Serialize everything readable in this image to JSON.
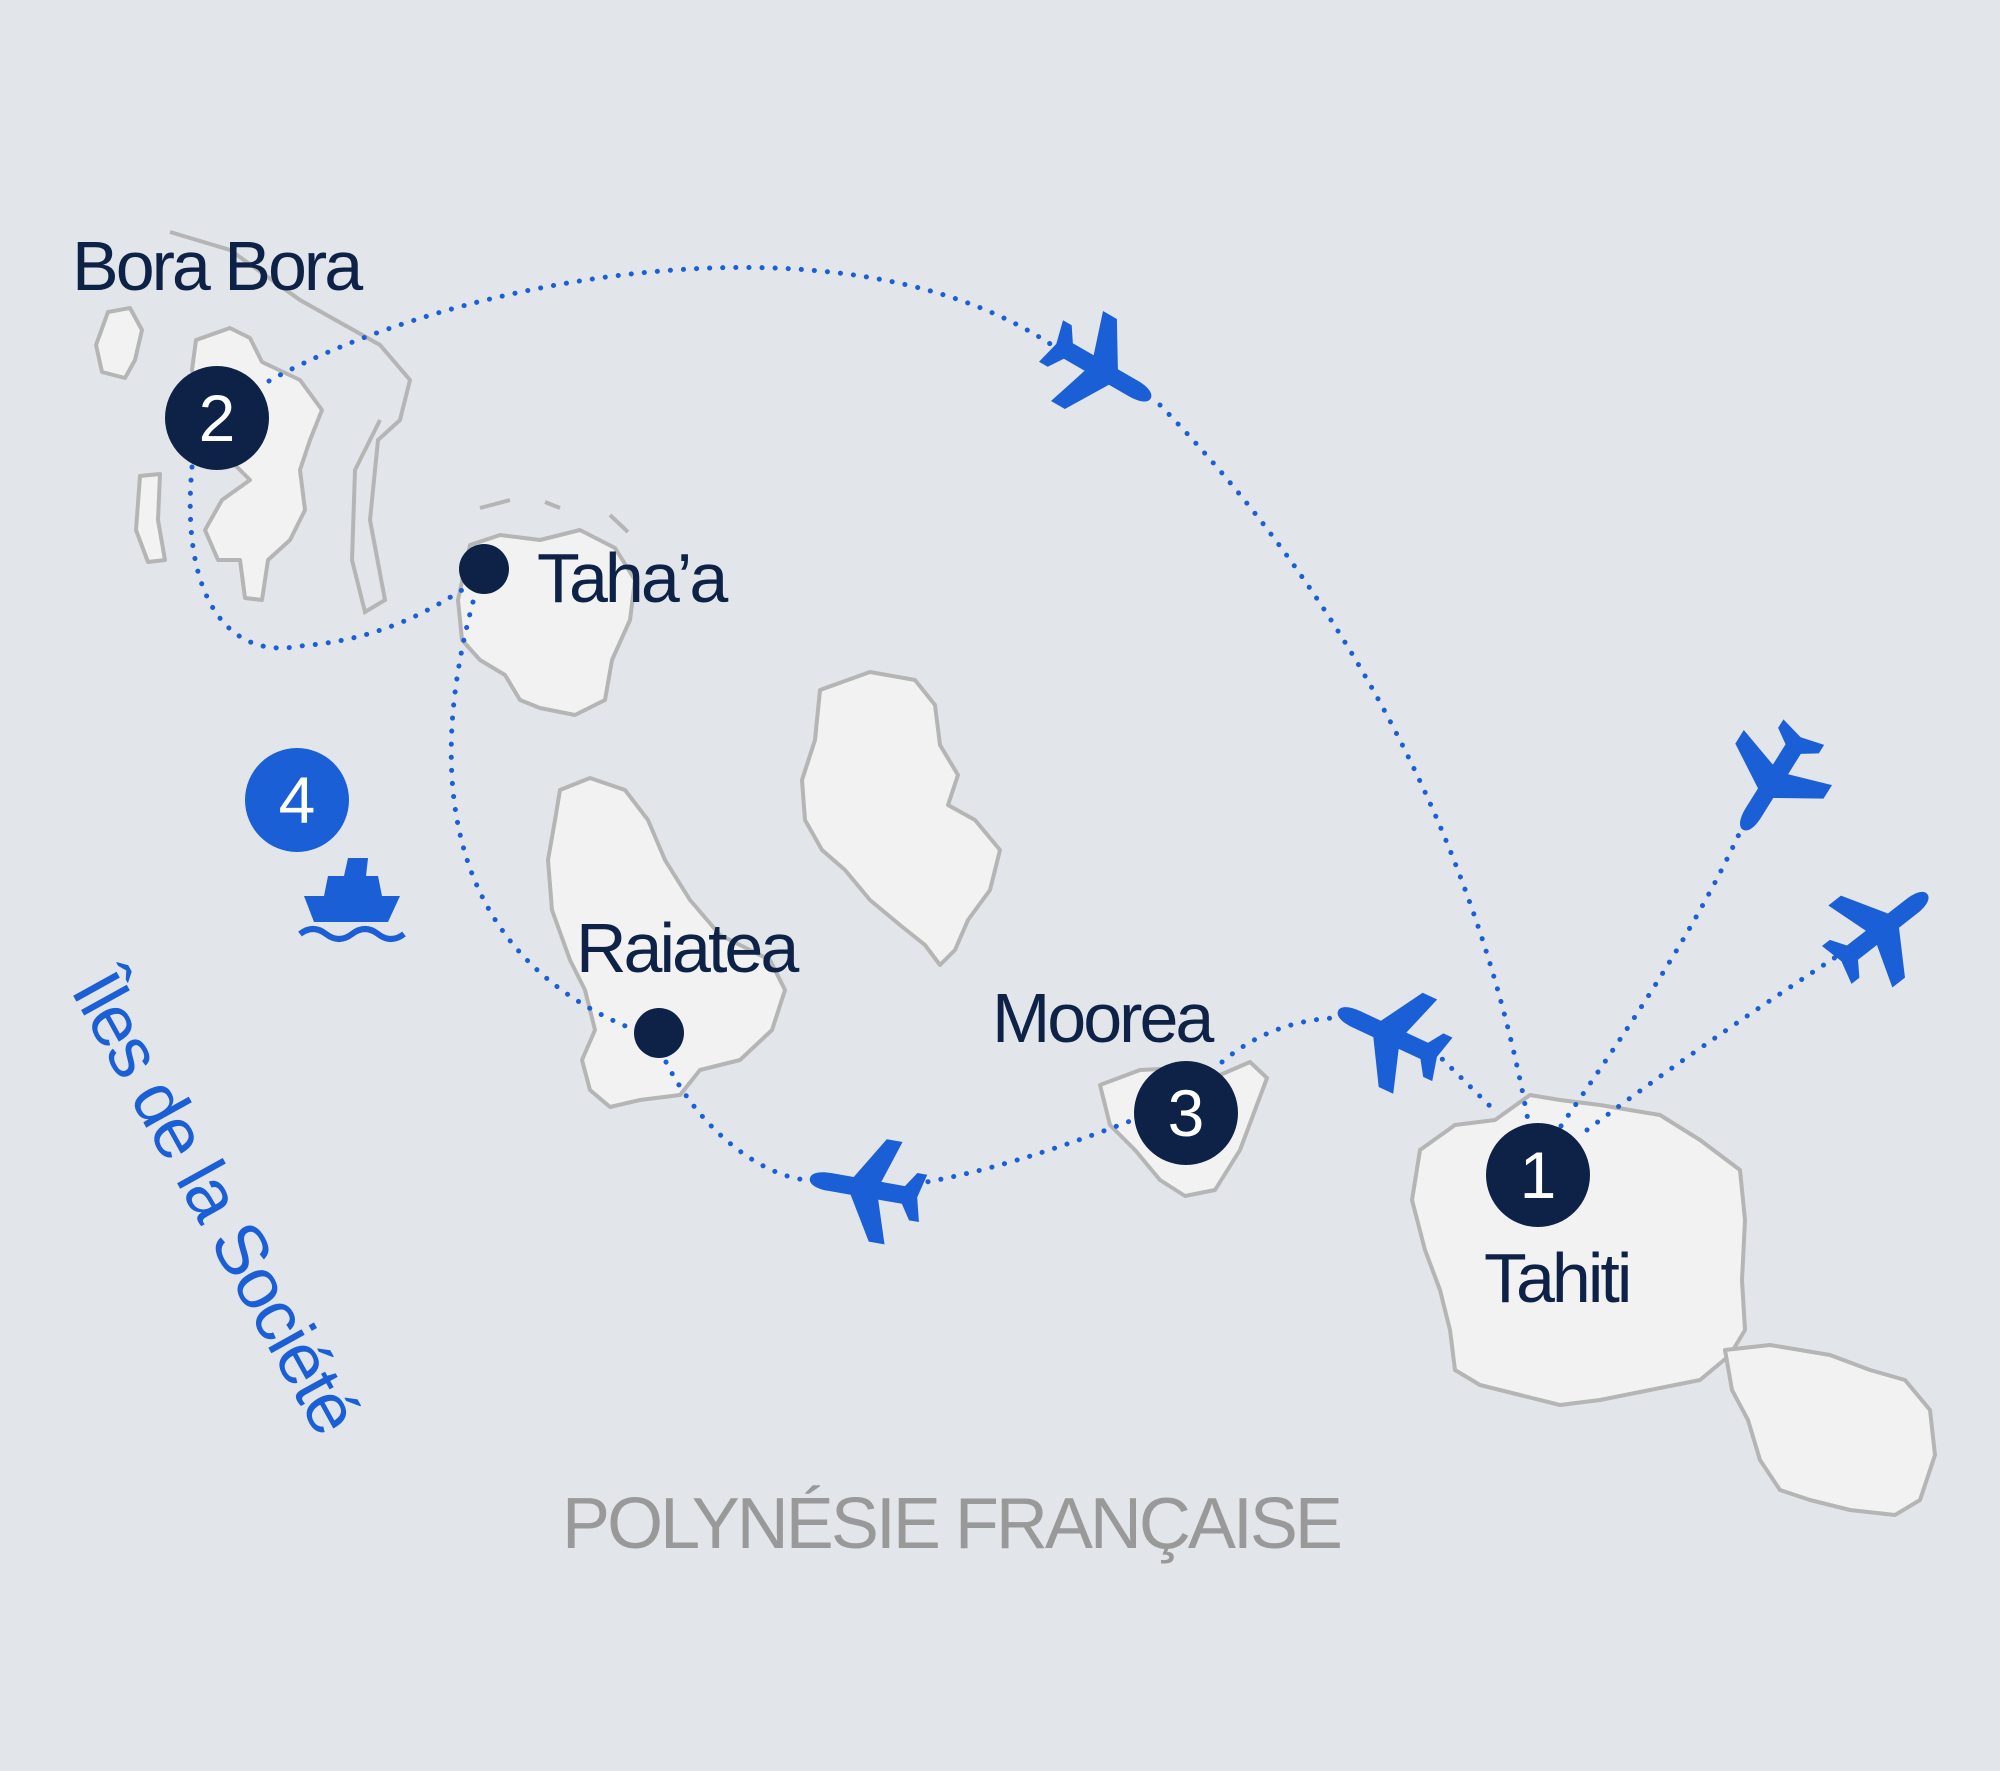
{
  "colors": {
    "background": "#e2e5e9",
    "land": "#f2f2f2",
    "coast": "#b5b5b5",
    "navy": "#0e2147",
    "route_blue": "#1a5fd6",
    "region_grey": "#999999"
  },
  "places": {
    "bora_bora": "Bora Bora",
    "tahaa": "Taha’a",
    "raiatea": "Raiatea",
    "moorea": "Moorea",
    "tahiti": "Tahiti"
  },
  "markers": {
    "tahiti": "1",
    "bora_bora": "2",
    "moorea": "3",
    "cruise": "4"
  },
  "archipelago": "Îles de la Société",
  "region": "POLYNÉSIE FRANÇAISE",
  "icons": [
    "airplane-icon",
    "ship-icon"
  ]
}
